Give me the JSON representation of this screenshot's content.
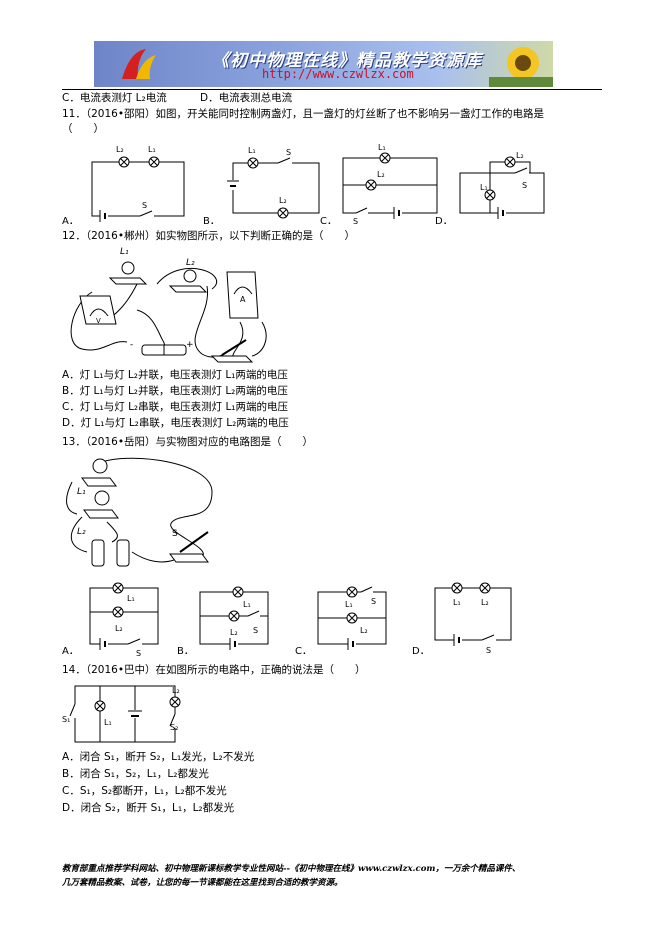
{
  "header": {
    "banner_title": "《初中物理在线》精品教学资源库",
    "banner_url": "http://www.czwlzx.com"
  },
  "q10_tail": {
    "option_c": "C．电流表测灯 L₂电流",
    "option_d": "D．电流表测总电流"
  },
  "q11": {
    "stem": "11．（2016•邵阳）如图，开关能同时控制两盏灯，且一盏灯的灯丝断了也不影响另一盏灯工作的电路是（　　）",
    "stem_line1": "11．（2016•邵阳）如图，开关能同时控制两盏灯，且一盏灯的灯丝断了也不影响另一盏灯工作的电路是",
    "stem_line2": "（　　）",
    "labels": [
      "A．",
      "B．",
      "C．",
      "D．"
    ],
    "components": {
      "L1": "L₁",
      "L2": "L₂",
      "S": "S"
    }
  },
  "q12": {
    "stem": "12．（2016•郴州）如实物图所示，以下判断正确的是（　　）",
    "figure_labels": {
      "L1": "L₁",
      "L2": "L₂",
      "V": "V",
      "A": "A",
      "minus": "-",
      "plus": "+"
    },
    "options": [
      "A．灯 L₁与灯 L₂并联，电压表测灯 L₁两端的电压",
      "B．灯 L₁与灯 L₂并联，电压表测灯 L₂两端的电压",
      "C．灯 L₁与灯 L₂串联，电压表测灯 L₁两端的电压",
      "D．灯 L₁与灯 L₂串联，电压表测灯 L₂两端的电压"
    ]
  },
  "q13": {
    "stem": "13．（2016•岳阳）与实物图对应的电路图是（　　）",
    "figure_labels": {
      "L1": "L₁",
      "L2": "L₂",
      "S": "S"
    },
    "labels": [
      "A．",
      "B．",
      "C．",
      "D．"
    ]
  },
  "q14": {
    "stem": "14．（2016•巴中）在如图所示的电路中，正确的说法是（　　）",
    "figure_labels": {
      "S1": "S₁",
      "S2": "S₂",
      "L1": "L₁",
      "L2": "L₂"
    },
    "options": [
      "A．闭合 S₁，断开 S₂，L₁发光，L₂不发光",
      "B．闭合 S₁，S₂，L₁，L₂都发光",
      "C．S₁，S₂都断开，L₁，L₂都不发光",
      "D．闭合 S₂，断开 S₁，L₁，L₂都发光"
    ]
  },
  "footer": {
    "line1": "教育部重点推荐学科网站、初中物理新课标教学专业性网站--《初中物理在线》www.czwlzx.com，一万余个精品课件、",
    "line2": "几万套精品教案、试卷，让您的每一节课都能在这里找到合适的教学资源。"
  }
}
